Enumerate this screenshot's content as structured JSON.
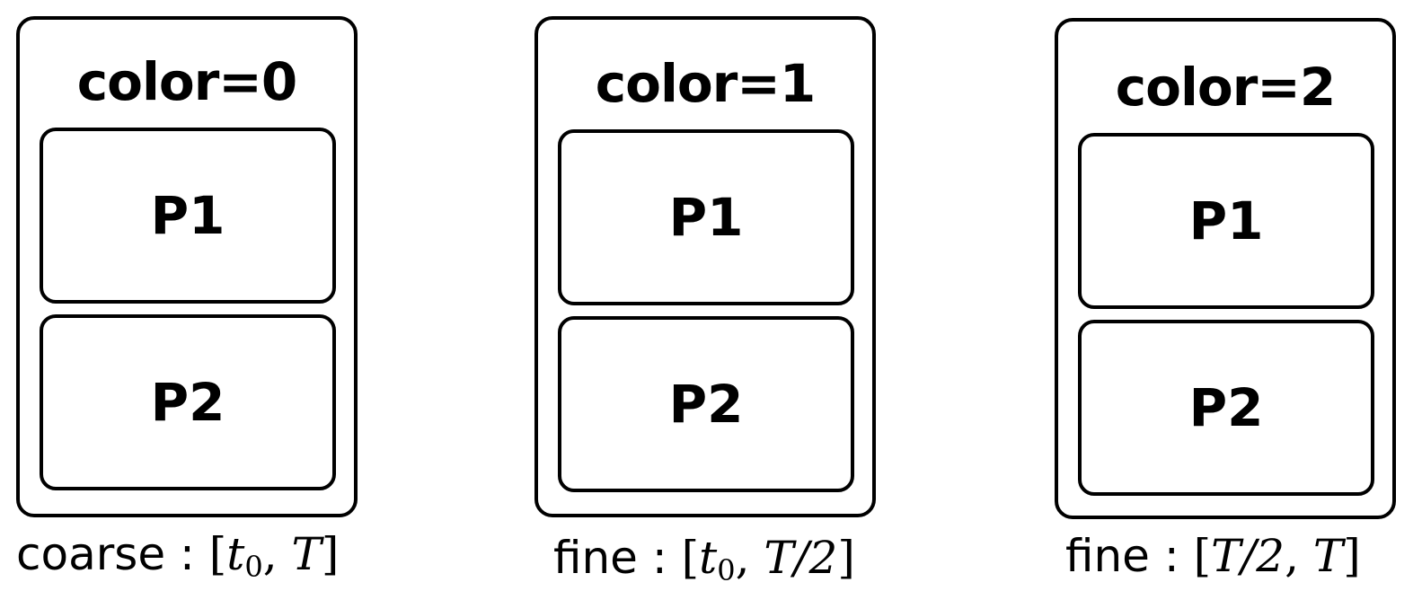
{
  "groups": [
    {
      "title": "color=0",
      "processes": [
        "P1",
        "P2"
      ],
      "caption": {
        "word": "coarse",
        "sep": " : ",
        "range_open": "[",
        "range_a": "t",
        "range_a_sub": "0",
        "comma": ", ",
        "range_b": "T",
        "range_close": "]"
      }
    },
    {
      "title": "color=1",
      "processes": [
        "P1",
        "P2"
      ],
      "caption": {
        "word": "fine",
        "sep": " : ",
        "range_open": "[",
        "range_a": "t",
        "range_a_sub": "0",
        "comma": ", ",
        "range_b": "T/2",
        "range_close": "]"
      }
    },
    {
      "title": "color=2",
      "processes": [
        "P1",
        "P2"
      ],
      "caption": {
        "word": "fine",
        "sep": " : ",
        "range_open": "[",
        "range_a": "T/2",
        "range_a_sub": "",
        "comma": ", ",
        "range_b": "T",
        "range_close": "]"
      }
    }
  ]
}
